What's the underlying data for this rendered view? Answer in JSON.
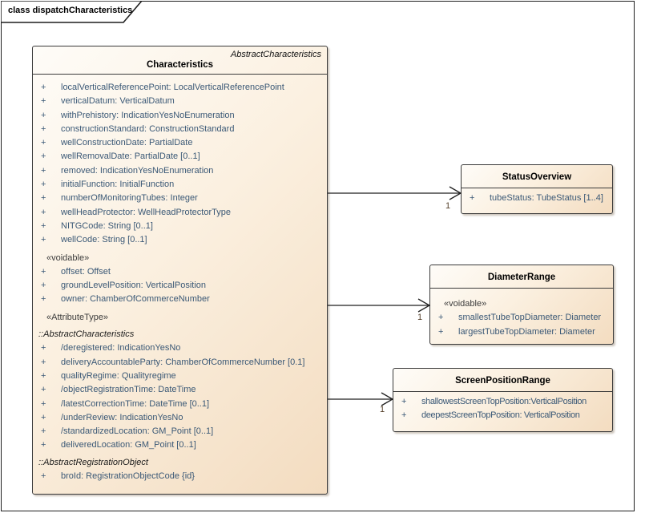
{
  "frame": {
    "tab_label": "class dispatchCharacteristics"
  },
  "colors": {
    "box_border": "#3b3b3b",
    "box_fill_light": "#fefcf8",
    "box_fill_dark": "#f3dcc0",
    "attribute_text": "#3a5876",
    "stereotype_text": "#3c3c3c",
    "multiplicity_text": "#55402a",
    "line": "#1f1f1f"
  },
  "characteristics": {
    "parent": "AbstractCharacteristics",
    "title": "Characteristics",
    "rows": [
      {
        "kind": "attr",
        "prefix": "+",
        "text": "localVerticalReferencePoint: LocalVerticalReferencePoint"
      },
      {
        "kind": "attr",
        "prefix": "+",
        "text": "verticalDatum: VerticalDatum"
      },
      {
        "kind": "attr",
        "prefix": "+",
        "text": "withPrehistory: IndicationYesNoEnumeration"
      },
      {
        "kind": "attr",
        "prefix": "+",
        "text": "constructionStandard: ConstructionStandard"
      },
      {
        "kind": "attr",
        "prefix": "+",
        "text": "wellConstructionDate: PartialDate"
      },
      {
        "kind": "attr",
        "prefix": "+",
        "text": "wellRemovalDate: PartialDate [0..1]"
      },
      {
        "kind": "attr",
        "prefix": "+",
        "text": "removed: IndicationYesNoEnumeration"
      },
      {
        "kind": "attr",
        "prefix": "+",
        "text": "initialFunction: InitialFunction"
      },
      {
        "kind": "attr",
        "prefix": "+",
        "text": "numberOfMonitoringTubes: Integer"
      },
      {
        "kind": "attr",
        "prefix": "+",
        "text": "wellHeadProtector: WellHeadProtectorType"
      },
      {
        "kind": "attr",
        "prefix": "+",
        "text": "NITGCode: String [0..1]"
      },
      {
        "kind": "attr",
        "prefix": "+",
        "text": "wellCode: String [0..1]"
      },
      {
        "kind": "group",
        "text": "«voidable»"
      },
      {
        "kind": "attr",
        "prefix": "+",
        "text": "offset: Offset"
      },
      {
        "kind": "attr",
        "prefix": "+",
        "text": "groundLevelPosition: VerticalPosition"
      },
      {
        "kind": "attr",
        "prefix": "+",
        "text": "owner: ChamberOfCommerceNumber"
      },
      {
        "kind": "group",
        "text": "«AttributeType»"
      },
      {
        "kind": "scope",
        "text": "::AbstractCharacteristics"
      },
      {
        "kind": "attr",
        "prefix": "+",
        "text": "/deregistered: IndicationYesNo"
      },
      {
        "kind": "attr",
        "prefix": "+",
        "text": "deliveryAccountableParty: ChamberOfCommerceNumber [0.1]"
      },
      {
        "kind": "attr",
        "prefix": "+",
        "text": "qualityRegime: Qualityregime"
      },
      {
        "kind": "attr",
        "prefix": "+",
        "text": "/objectRegistrationTime: DateTime"
      },
      {
        "kind": "attr",
        "prefix": "+",
        "text": "/latestCorrectionTime: DateTime [0..1]"
      },
      {
        "kind": "attr",
        "prefix": "+",
        "text": "/underReview: IndicationYesNo"
      },
      {
        "kind": "attr",
        "prefix": "+",
        "text": "/standardizedLocation: GM_Point [0..1]"
      },
      {
        "kind": "attr",
        "prefix": "+",
        "text": "deliveredLocation: GM_Point [0..1]"
      },
      {
        "kind": "scope",
        "text": "::AbstractRegistrationObject"
      },
      {
        "kind": "attr",
        "prefix": "+",
        "text": "broId: RegistrationObjectCode {id}"
      }
    ]
  },
  "status_overview": {
    "title": "StatusOverview",
    "rows": [
      {
        "kind": "attr",
        "prefix": "+",
        "text": "tubeStatus: TubeStatus [1..4]"
      }
    ]
  },
  "diameter_range": {
    "title": "DiameterRange",
    "rows": [
      {
        "kind": "group",
        "text": "«voidable»"
      },
      {
        "kind": "attr",
        "prefix": "+",
        "text": "smallestTubeTopDiameter: Diameter"
      },
      {
        "kind": "attr",
        "prefix": "+",
        "text": "largestTubeTopDiameter: Diameter"
      }
    ]
  },
  "screen_position_range": {
    "title": "ScreenPositionRange",
    "rows": [
      {
        "kind": "attr",
        "prefix": "+",
        "text": "shallowestScreenTopPosition:VerticalPosition"
      },
      {
        "kind": "attr",
        "prefix": "+",
        "text": "deepestScreenTopPosition: VerticalPosition"
      }
    ]
  },
  "associations": [
    {
      "target": "StatusOverview",
      "multiplicity": "1"
    },
    {
      "target": "DiameterRange",
      "multiplicity": "1"
    },
    {
      "target": "ScreenPositionRange",
      "multiplicity": "1"
    }
  ]
}
